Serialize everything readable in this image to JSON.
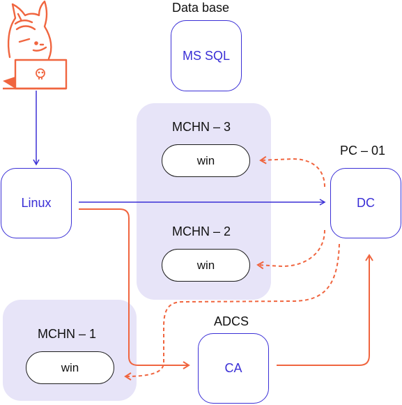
{
  "diagram": {
    "database": {
      "caption": "Data base",
      "label": "MS SQL"
    },
    "mchn3": {
      "title": "MCHN – 3",
      "os": "win"
    },
    "mchn2": {
      "title": "MCHN – 2",
      "os": "win"
    },
    "mchn1": {
      "title": "MCHN – 1",
      "os": "win"
    },
    "linux": {
      "label": "Linux"
    },
    "pc01": {
      "caption": "PC – 01",
      "label": "DC"
    },
    "adcs": {
      "caption": "ADCS",
      "label": "CA"
    }
  },
  "colors": {
    "node_border": "#3a2fd6",
    "attack_path": "#f0653f",
    "zone_fill": "#e7e4f8",
    "pill_border": "#1c1c1c"
  },
  "icons": [
    "hacker-cat-icon",
    "laptop-icon",
    "skull-icon"
  ]
}
